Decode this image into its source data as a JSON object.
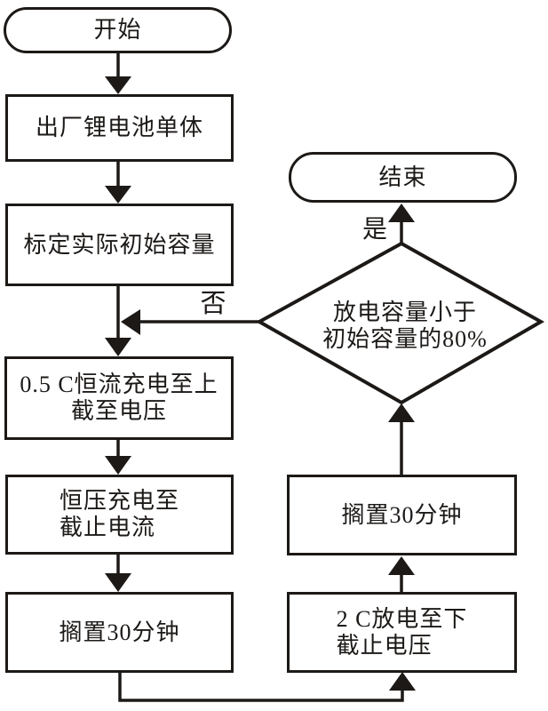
{
  "diagram": {
    "type": "flowchart",
    "language": "zh-CN",
    "colors": {
      "stroke": "#1c1917",
      "node_fill": "#ffffff",
      "text": "#1c1917",
      "background": "#ffffff"
    },
    "nodes": {
      "start": {
        "shape": "terminator",
        "label": "开始"
      },
      "factory_cell": {
        "shape": "process",
        "label": "出厂锂电池单体"
      },
      "calibrate": {
        "shape": "process",
        "label": "标定实际初始容量"
      },
      "cc_charge": {
        "shape": "process",
        "line1": "0.5 C恒流充电至上",
        "line2": "截至电压"
      },
      "cv_charge": {
        "shape": "process",
        "line1": "恒压充电至",
        "line2": "截止电流"
      },
      "rest_left": {
        "shape": "process",
        "label": "搁置30分钟"
      },
      "discharge": {
        "shape": "process",
        "line1": "2 C放电至下",
        "line2": "截止电压"
      },
      "rest_right": {
        "shape": "process",
        "label": "搁置30分钟"
      },
      "decision": {
        "shape": "decision",
        "line1": "放电容量小于",
        "line2": "初始容量的80%"
      },
      "end": {
        "shape": "terminator",
        "label": "结束"
      }
    },
    "edge_labels": {
      "no": "否",
      "yes": "是"
    }
  }
}
